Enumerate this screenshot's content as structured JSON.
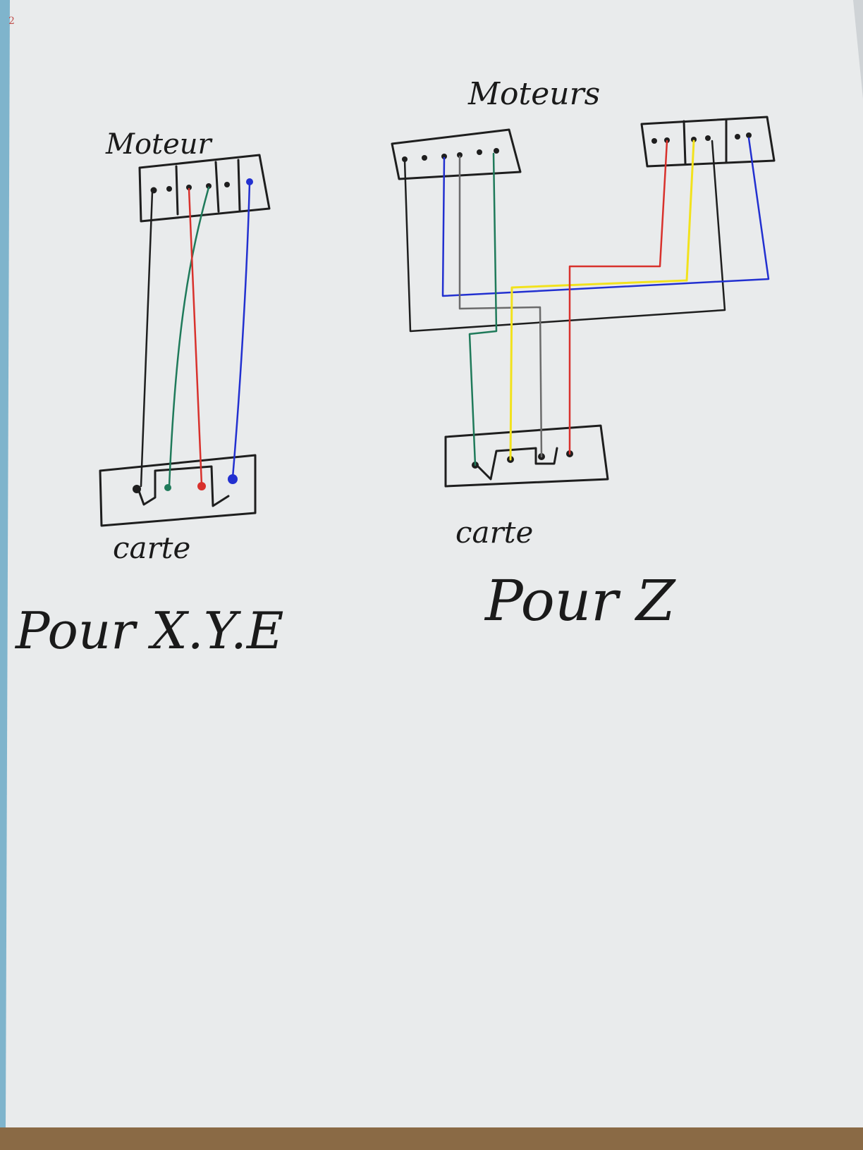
{
  "diagram_left": {
    "title_top": "Moteur",
    "title_bottom": "carte",
    "caption": "Pour X.Y.E"
  },
  "diagram_right": {
    "title_top": "Moteurs",
    "title_bottom": "carte",
    "caption": "Pour Z"
  },
  "corner_mark": "2",
  "colors": {
    "paper": "#e9ebec",
    "ink": "#1e1e1e",
    "red": "#d8312c",
    "green": "#1f7a5a",
    "blue": "#2230d0",
    "yellow": "#f2e21c",
    "gray": "#6b6b6b",
    "desk": "#8a6a45"
  }
}
